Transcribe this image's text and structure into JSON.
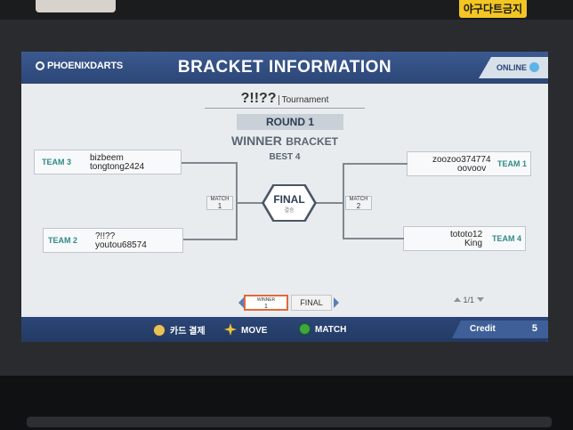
{
  "stickers": {
    "left": "",
    "right": "야구다트금지"
  },
  "header": {
    "logo": "PHOENIXDARTS",
    "title": "BRACKET INFORMATION",
    "status": "ONLINE"
  },
  "tournament": {
    "name": "?!!??",
    "suffix": "Tournament"
  },
  "round": "ROUND 1",
  "bracket": {
    "winner": "WINNER",
    "bracket": "BRACKET",
    "best": "BEST 4"
  },
  "teams": {
    "team3": {
      "label": "TEAM 3",
      "player1": "bizbeem",
      "player2": "tongtong2424"
    },
    "team2": {
      "label": "TEAM 2",
      "player1": "?!!??",
      "player2": "youtou68574"
    },
    "team1": {
      "label": "TEAM 1",
      "player1": "zoozoo374774",
      "player2": "oovoov"
    },
    "team4": {
      "label": "TEAM 4",
      "player1": "tototo12",
      "player2": "King"
    }
  },
  "matches": {
    "match1": {
      "label": "MATCH",
      "num": "1"
    },
    "match2": {
      "label": "MATCH",
      "num": "2"
    }
  },
  "final": {
    "label": "FINAL",
    "sub": "결승"
  },
  "pager": {
    "tab1_line1": "WINNER",
    "tab1_line2": "1",
    "tab2": "FINAL",
    "page": "1/1"
  },
  "footer": {
    "card": "카드 결제",
    "move": "MOVE",
    "match": "MATCH",
    "credit_label": "Credit",
    "credit_value": "5"
  },
  "colors": {
    "header": "#2c4677",
    "team_label": "#2f8a8a",
    "selected_tab": "#e0693a",
    "background": "#e9ecef"
  }
}
